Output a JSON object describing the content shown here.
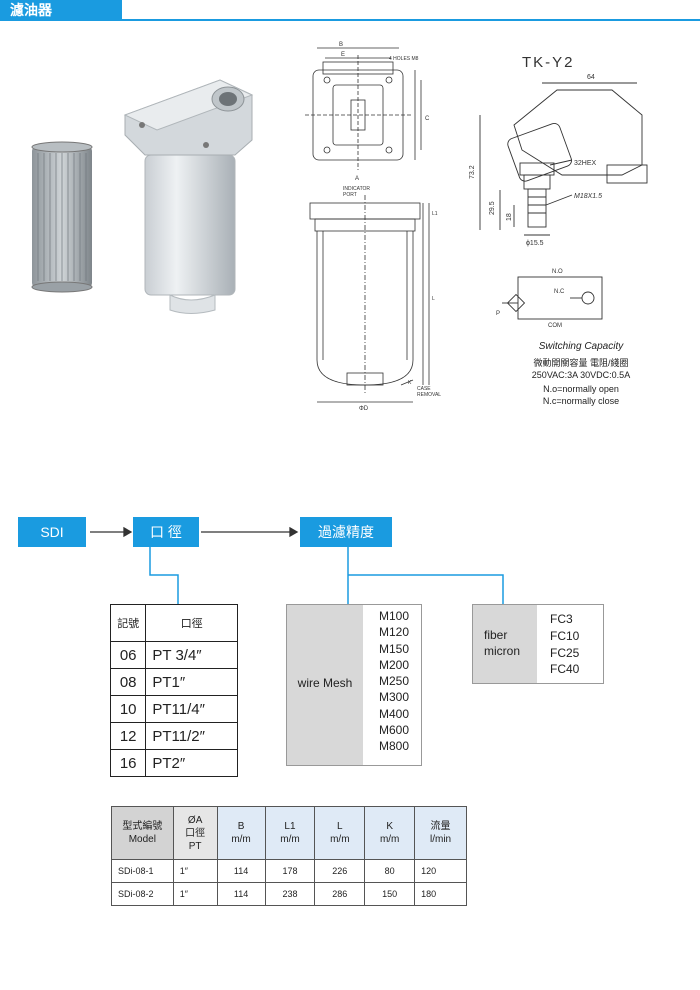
{
  "header": {
    "title": "濾油器"
  },
  "drawing": {
    "dims_top": {
      "b": "B",
      "e": "E",
      "holes": "4 HOLES M8",
      "a": "A",
      "c": "C",
      "l": "L"
    },
    "indicator_port": "INDICATOR\nPORT",
    "case_removal": "CASE\nREMOVAL",
    "od": "ΦD",
    "k": "K",
    "l1": "L1"
  },
  "switch": {
    "title": "TK-Y2",
    "dims": {
      "d64": "64",
      "hex": "32HEX",
      "thread": "M18X1.5",
      "h732": "73.2",
      "h295": "29.5",
      "h18": "18",
      "dia": "ϕ15.5"
    },
    "circuit": {
      "no": "N.O",
      "nc": "N.C",
      "com": "COM",
      "p": "P"
    },
    "capacity_title": "Switching Capacity",
    "capacity_cn": "微動開關容量 電阻/綫圈",
    "capacity_values": "250VAC:3A   30VDC:0.5A",
    "note_no": "N.o=normally open",
    "note_nc": "N.c=normally close"
  },
  "flow": {
    "box1": "SDI",
    "box2": "口 徑",
    "box3": "過濾精度"
  },
  "code_table": {
    "h1": "記號",
    "h2": "口徑",
    "rows": [
      {
        "code": "06",
        "size": "PT 3/4″"
      },
      {
        "code": "08",
        "size": "PT1″"
      },
      {
        "code": "10",
        "size": "PT11/4″"
      },
      {
        "code": "12",
        "size": "PT11/2″"
      },
      {
        "code": "16",
        "size": "PT2″"
      }
    ]
  },
  "mesh": {
    "label": "wire Mesh",
    "items": [
      "M100",
      "M120",
      "M150",
      "M200",
      "M250",
      "M300",
      "M400",
      "M600",
      "M800"
    ]
  },
  "fiber": {
    "label1": "fiber",
    "label2": "micron",
    "items": [
      "FC3",
      "FC10",
      "FC25",
      "FC40"
    ]
  },
  "spec_table": {
    "headers": [
      [
        "型式編號",
        "Model"
      ],
      [
        "ØA",
        "口徑",
        "PT"
      ],
      [
        "B",
        "m/m"
      ],
      [
        "L1",
        "m/m"
      ],
      [
        "L",
        "m/m"
      ],
      [
        "K",
        "m/m"
      ],
      [
        "流量",
        "l/min"
      ]
    ],
    "rows": [
      [
        "SDi-08-1",
        "1″",
        "114",
        "178",
        "226",
        "80",
        "120"
      ],
      [
        "SDi-08-2",
        "1″",
        "114",
        "238",
        "286",
        "150",
        "180"
      ]
    ]
  },
  "colors": {
    "accent": "#1a9be0",
    "gray_fill": "#d8d8d8",
    "table_head": "#dfeaf6"
  }
}
